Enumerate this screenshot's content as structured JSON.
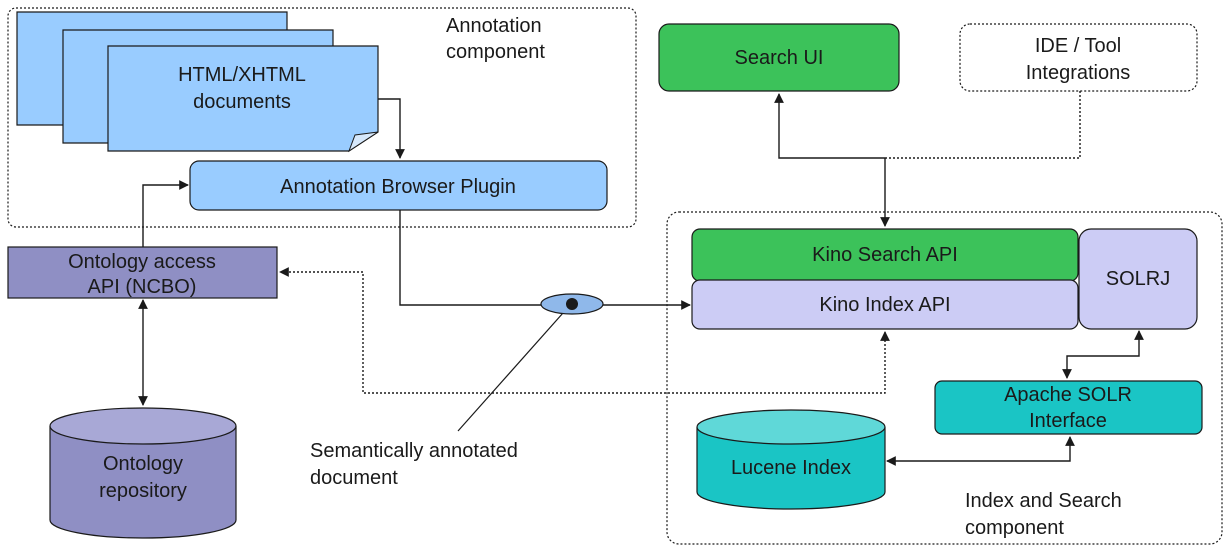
{
  "groups": {
    "annotation_component": [
      "Annotation",
      "component"
    ],
    "index_search_component": [
      "Index and Search",
      "component"
    ]
  },
  "nodes": {
    "html_docs": [
      "HTML/XHTML",
      "documents"
    ],
    "annotation_plugin": "Annotation Browser Plugin",
    "ontology_api": [
      "Ontology access",
      "API (NCBO)"
    ],
    "ontology_repo": [
      "Ontology",
      "repository"
    ],
    "search_ui": "Search UI",
    "ide_tools": [
      "IDE / Tool",
      "Integrations"
    ],
    "kino_search_api": "Kino Search API",
    "kino_index_api": "Kino Index API",
    "solrj": "SOLRJ",
    "solr_interface": [
      "Apache SOLR",
      "Interface"
    ],
    "lucene_index": "Lucene Index"
  },
  "callout": [
    "Semantically annotated",
    "document"
  ],
  "colors": {
    "docs_fill": "#99ccff",
    "plugin_fill": "#99ccff",
    "ontology_fill": "#8f8fc4",
    "green_fill": "#3cc25a",
    "lavender_fill": "#ccccf5",
    "teal_fill": "#1ac5c5",
    "eye_fill": "#8fb8ea",
    "stroke": "#1a1a1a"
  }
}
